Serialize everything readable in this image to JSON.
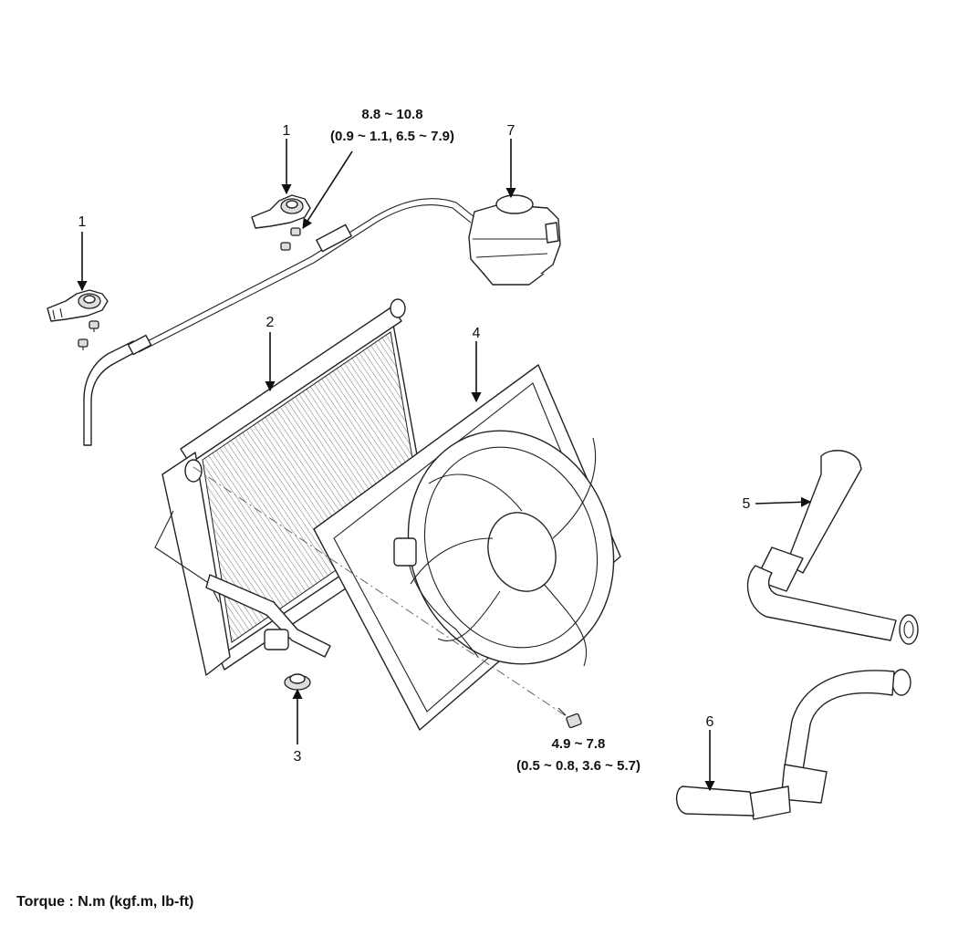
{
  "callouts": {
    "n1a": "1",
    "n1b": "1",
    "n2": "2",
    "n3": "3",
    "n4": "4",
    "n5": "5",
    "n6": "6",
    "n7": "7"
  },
  "torque_top": {
    "line1": "8.8 ~ 10.8",
    "line2": "(0.9 ~ 1.1, 6.5 ~ 7.9)"
  },
  "torque_bottom": {
    "line1": "4.9 ~ 7.8",
    "line2": "(0.5 ~ 0.8, 3.6 ~ 5.7)"
  },
  "footer_note": "Torque : N.m (kgf.m, lb-ft)"
}
